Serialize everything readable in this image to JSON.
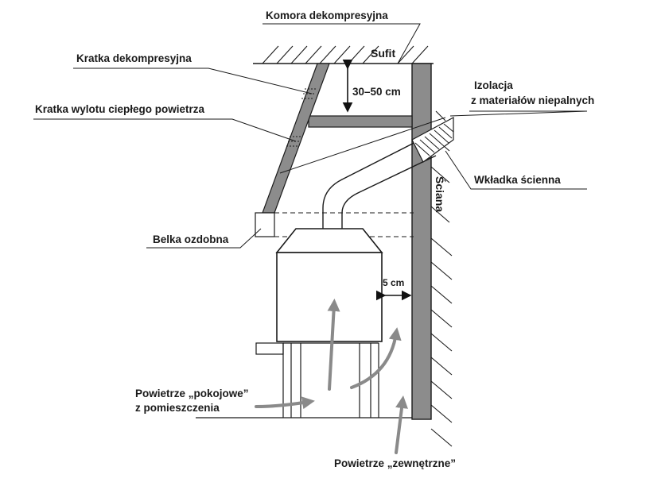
{
  "labels": {
    "komora": "Komora dekompresyjna",
    "sufit": "Sufit",
    "kratka_dekompresyjna": "Kratka dekompresyjna",
    "odstep": "30–50 cm",
    "izolacja_1": "Izolacja",
    "izolacja_2": "z materiałów niepalnych",
    "kratka_wylotu": "Kratka wylotu ciepłego powietrza",
    "wkladka": "Wkładka ścienna",
    "sciana": "Ściana",
    "belka": "Belka ozdobna",
    "odstep_5": "5 cm",
    "powietrze_pokojowe_1": "Powietrze „pokojowe”",
    "powietrze_pokojowe_2": "z pomieszczenia",
    "powietrze_zewnetrzne": "Powietrze „zewnętrzne”"
  },
  "colors": {
    "line": "#1a1a1a",
    "gray_fill": "#8c8c8c",
    "arrow": "#8a8a8a",
    "light_gray": "#c8c8c8"
  }
}
